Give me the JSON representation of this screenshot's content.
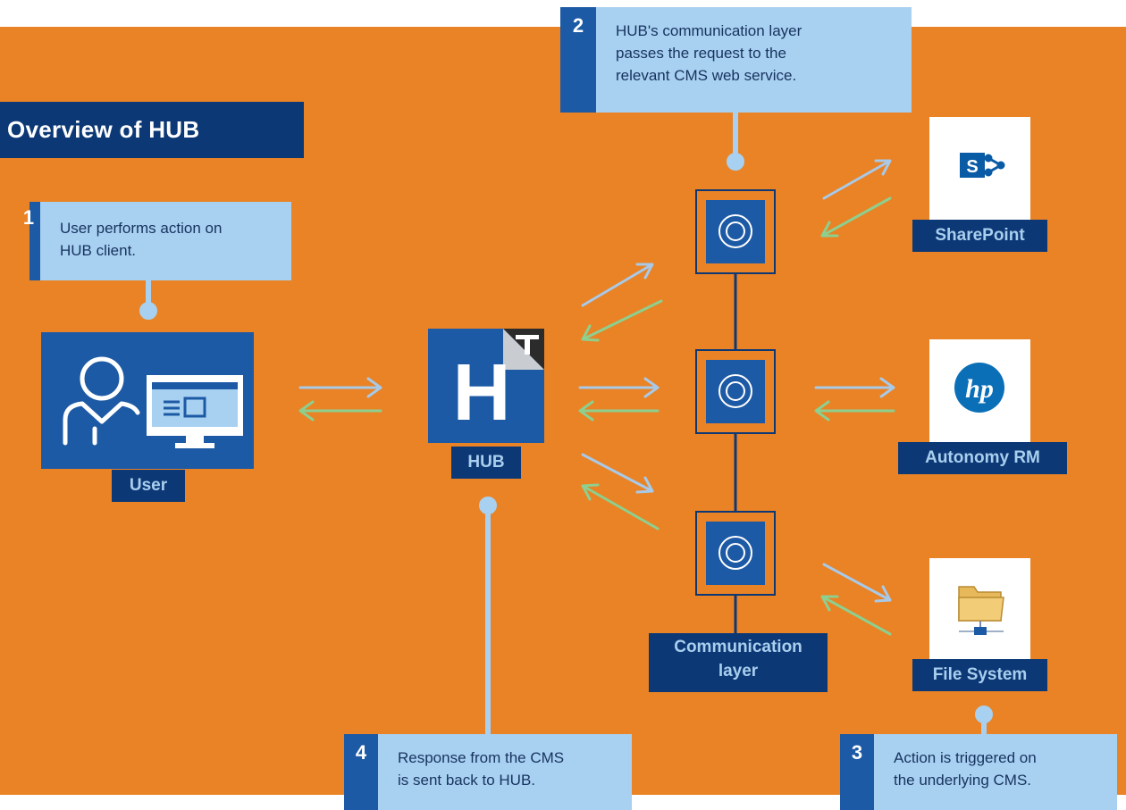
{
  "title": "Overview of HUB",
  "steps": [
    {
      "num": "1",
      "line1": "User performs action on",
      "line2": "HUB client."
    },
    {
      "num": "2",
      "line1": "HUB's communication layer",
      "line2": "passes the request to the",
      "line3": "relevant CMS web service."
    },
    {
      "num": "3",
      "line1": "Action is triggered on",
      "line2": "the underlying CMS."
    },
    {
      "num": "4",
      "line1": "Response from the CMS",
      "line2": "is sent back to HUB."
    }
  ],
  "nodes": {
    "user": "User",
    "hub": "HUB",
    "hub_logo_letter": "H",
    "comm_layer_line1": "Communication",
    "comm_layer_line2": "layer",
    "sharepoint": "SharePoint",
    "autonomy": "Autonomy RM",
    "filesystem": "File System"
  },
  "colors": {
    "background": "#e98325",
    "dark_navy": "#0d3876",
    "tile_blue": "#1d5aa5",
    "callout_light": "#a8d0f0",
    "arrow_request": "#a8c9e8",
    "arrow_response": "#8dcf8f"
  }
}
